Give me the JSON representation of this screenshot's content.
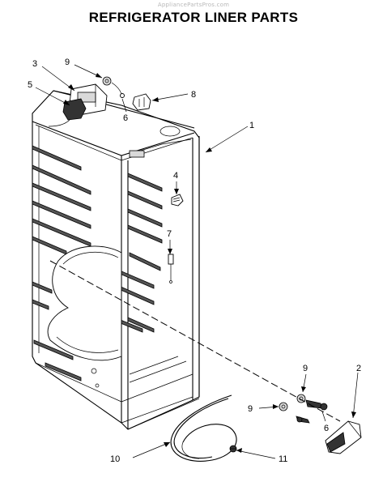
{
  "watermark": "AppliancePartsPros.com",
  "title": "REFRIGERATOR LINER PARTS",
  "callouts": {
    "c1": "1",
    "c2": "2",
    "c3": "3",
    "c4": "4",
    "c5": "5",
    "c6a": "6",
    "c6b": "6",
    "c7": "7",
    "c8": "8",
    "c9a": "9",
    "c9b": "9",
    "c9c": "9",
    "c10": "10",
    "c11": "11"
  }
}
